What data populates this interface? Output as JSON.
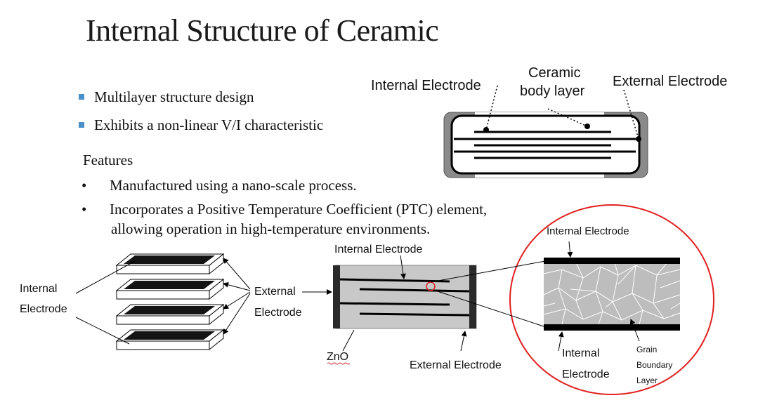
{
  "title": "Internal Structure of Ceramic",
  "bullets": [
    "Multilayer structure design",
    "Exhibits a non-linear V/I characteristic"
  ],
  "features_heading": "Features",
  "features": [
    "Manufactured using a nano-scale process.",
    "Incorporates a Positive Temperature Coefficient (PTC) element,"
  ],
  "features_continuation": "allowing operation in high-temperature environments.",
  "chip_diagram": {
    "internal_electrode": "Internal Electrode",
    "ceramic_line1": "Ceramic",
    "ceramic_line2": "body layer",
    "external_electrode": "External Electrode"
  },
  "stack_diagram": {
    "internal_line1": "Internal",
    "internal_line2": "Electrode",
    "external_line1": "External",
    "external_line2": "Electrode"
  },
  "cross_section": {
    "internal_electrode": "Internal Electrode",
    "zno": "ZnO",
    "external_electrode": "External Electrode"
  },
  "zoom_circle": {
    "internal_electrode_top": "Internal Electrode",
    "internal_line1": "Internal",
    "internal_line2": "Electrode",
    "grain_line1": "Grain",
    "grain_line2": "Boundary",
    "grain_line3": "Layer"
  },
  "colors": {
    "bullet_square": "#4a90c8",
    "highlight_circle": "#e02020",
    "ceramic_gray": "#c8c8c8"
  }
}
